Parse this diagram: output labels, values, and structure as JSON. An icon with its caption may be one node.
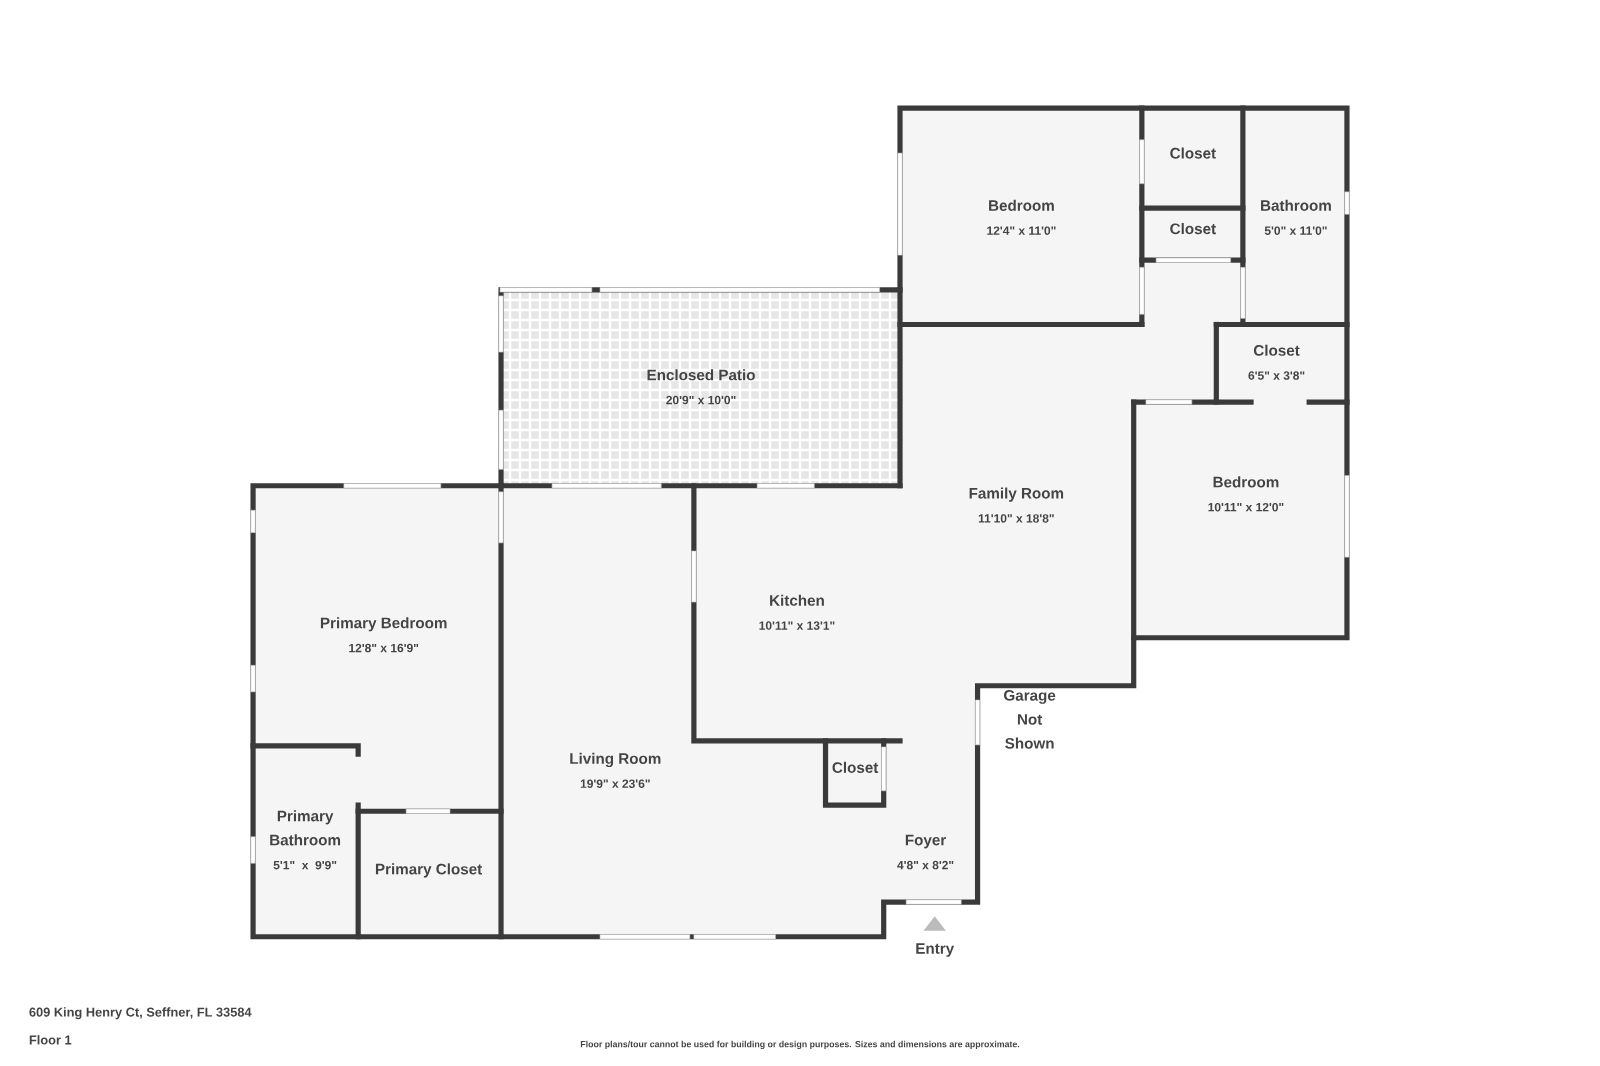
{
  "diagram": {
    "nodes": [
      {
        "text": [
          "Bedroom",
          "12'4\" x 11'0\""
        ]
      },
      {
        "text": [
          "Closet"
        ]
      },
      {
        "text": [
          "Closet"
        ]
      },
      {
        "text": [
          "Bathroom",
          "5'0\" x 11'0\""
        ]
      },
      {
        "text": [
          "Enclosed Patio",
          "20'9\" x 10'0\""
        ]
      },
      {
        "text": [
          "Closet",
          "6'5\" x 3'8\""
        ]
      },
      {
        "text": [
          "Family Room",
          "11'10\" x 18'8\""
        ]
      },
      {
        "text": [
          "Bedroom",
          "10'11\" x 12'0\""
        ]
      },
      {
        "text": [
          "Kitchen",
          "10'11\" x 13'1\""
        ]
      },
      {
        "text": [
          "Primary Bedroom",
          "12'8\" x 16'9\""
        ]
      },
      {
        "text": [
          "Living Room",
          "19'9\" x 23'6\""
        ]
      },
      {
        "text": [
          "Closet"
        ]
      },
      {
        "text": [
          "Primary Bathroom",
          "5'1\" x 9'9\""
        ]
      },
      {
        "text": [
          "Primary Closet"
        ]
      },
      {
        "text": [
          "Foyer",
          "4'8\" x 8'2\""
        ]
      }
    ],
    "labels": [
      "Garage Not Shown",
      "Entry",
      "609 King Henry Ct, Seffner, FL 33584",
      "Floor 1",
      "Floor plans/tour cannot be used for building or design purposes. Sizes and dimensions are approximate."
    ]
  }
}
